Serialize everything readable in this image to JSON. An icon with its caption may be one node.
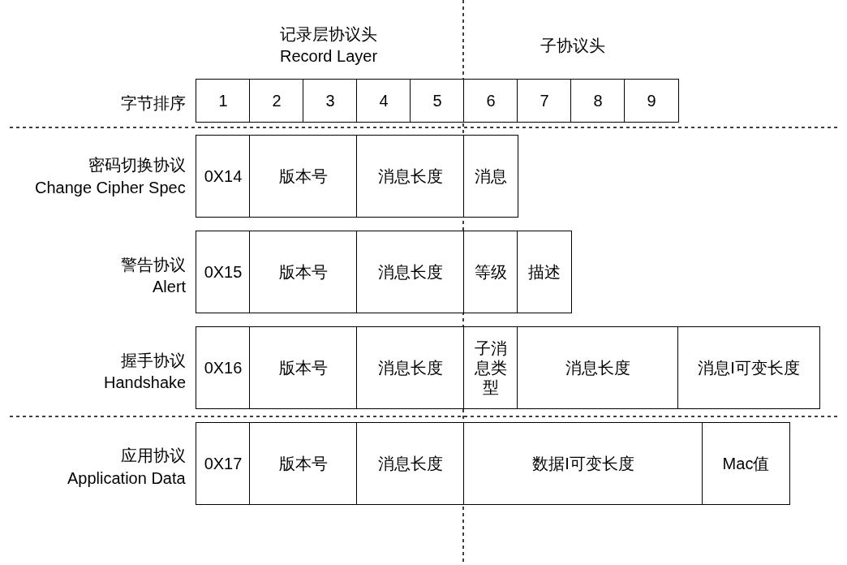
{
  "diagram": {
    "nodes": [
      {
        "text": [
          "1"
        ]
      },
      {
        "text": [
          "2"
        ]
      },
      {
        "text": [
          "3"
        ]
      },
      {
        "text": [
          "4"
        ]
      },
      {
        "text": [
          "5"
        ]
      },
      {
        "text": [
          "6"
        ]
      },
      {
        "text": [
          "7"
        ]
      },
      {
        "text": [
          "8"
        ]
      },
      {
        "text": [
          "9"
        ]
      },
      {
        "text": [
          "0X14"
        ]
      },
      {
        "text": [
          "版本号"
        ]
      },
      {
        "text": [
          "消息长度"
        ]
      },
      {
        "text": [
          "消息"
        ]
      },
      {
        "text": [
          "0X15"
        ]
      },
      {
        "text": [
          "版本号"
        ]
      },
      {
        "text": [
          "消息长度"
        ]
      },
      {
        "text": [
          "等级"
        ]
      },
      {
        "text": [
          "描述"
        ]
      },
      {
        "text": [
          "0X16"
        ]
      },
      {
        "text": [
          "版本号"
        ]
      },
      {
        "text": [
          "消息长度"
        ]
      },
      {
        "text": [
          "子消息类型"
        ]
      },
      {
        "text": [
          "消息长度"
        ]
      },
      {
        "text": [
          "消息I可变长度"
        ]
      },
      {
        "text": [
          "0X17"
        ]
      },
      {
        "text": [
          "版本号"
        ]
      },
      {
        "text": [
          "消息长度"
        ]
      },
      {
        "text": [
          "数据I可变长度"
        ]
      },
      {
        "text": [
          "Mac值"
        ]
      }
    ],
    "edges": [],
    "labels": [
      "记录层协议头",
      "Record Layer",
      "子协议头",
      "字节排序",
      "密码切换协议",
      "Change Cipher Spec",
      "警告协议",
      "Alert",
      "握手协议",
      "Handshake",
      "应用协议",
      "Application Data"
    ]
  }
}
